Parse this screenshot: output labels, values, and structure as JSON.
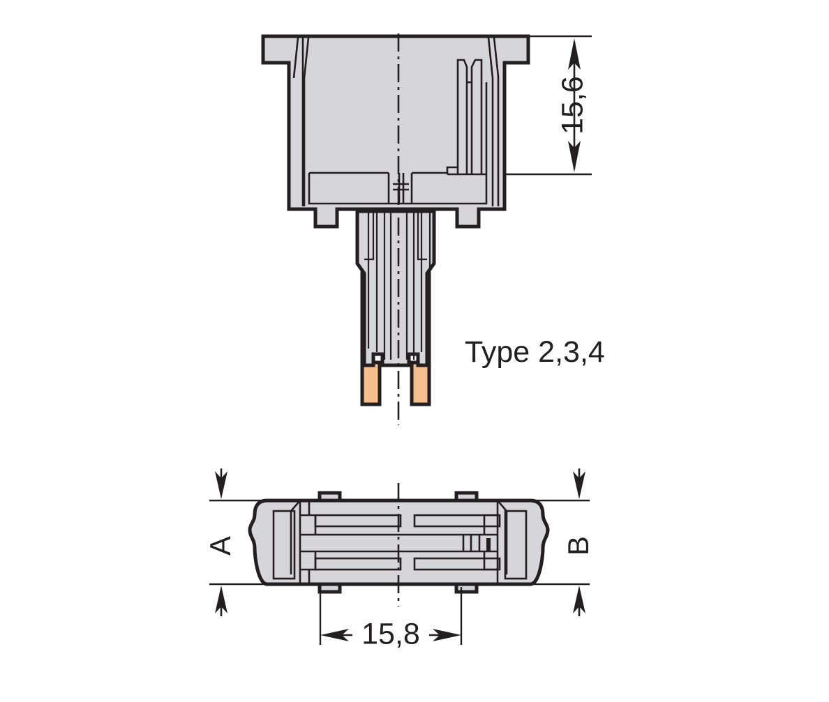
{
  "drawing": {
    "title": "Connector cross-section and bottom view technical drawing",
    "colors": {
      "body_fill": "#d6d6d8",
      "contact_fill": "#f5be8c",
      "line": "#231f20",
      "background": "#ffffff"
    },
    "views": {
      "top": {
        "name": "side-section-view",
        "description": "Vertical cross-section of connector housing with contact pins"
      },
      "bottom": {
        "name": "bottom-plan-view",
        "description": "Plan view of connector footprint"
      }
    },
    "annotations": {
      "height_dimension": "15,6",
      "width_dimension": "15,8",
      "type_label": "Type 2,3,4",
      "dim_a": "A",
      "dim_b": "B"
    }
  }
}
